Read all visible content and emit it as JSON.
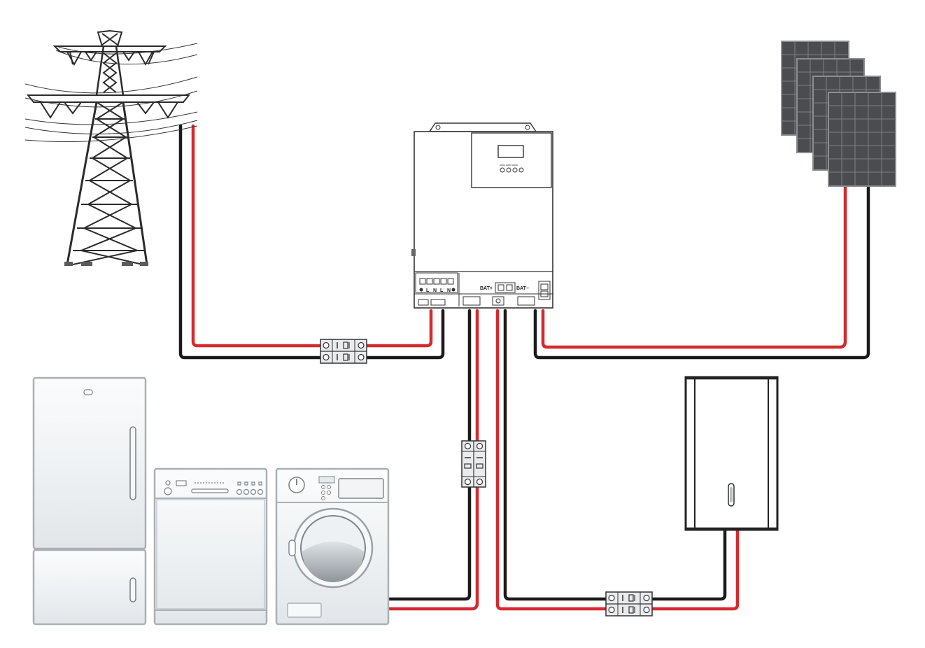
{
  "inverter": {
    "terminal_labels": [
      "L",
      "N",
      "L",
      "N"
    ],
    "battery_positive_label": "BAT+",
    "battery_negative_label": "BAT−"
  },
  "components": [
    "power-grid-tower",
    "inverter",
    "solar-panel-array",
    "refrigerator",
    "dishwasher",
    "washing-machine",
    "battery-pack",
    "breaker-switch"
  ],
  "wire_colors": {
    "positive": "#d42a2f",
    "negative": "#1a1a1a"
  }
}
